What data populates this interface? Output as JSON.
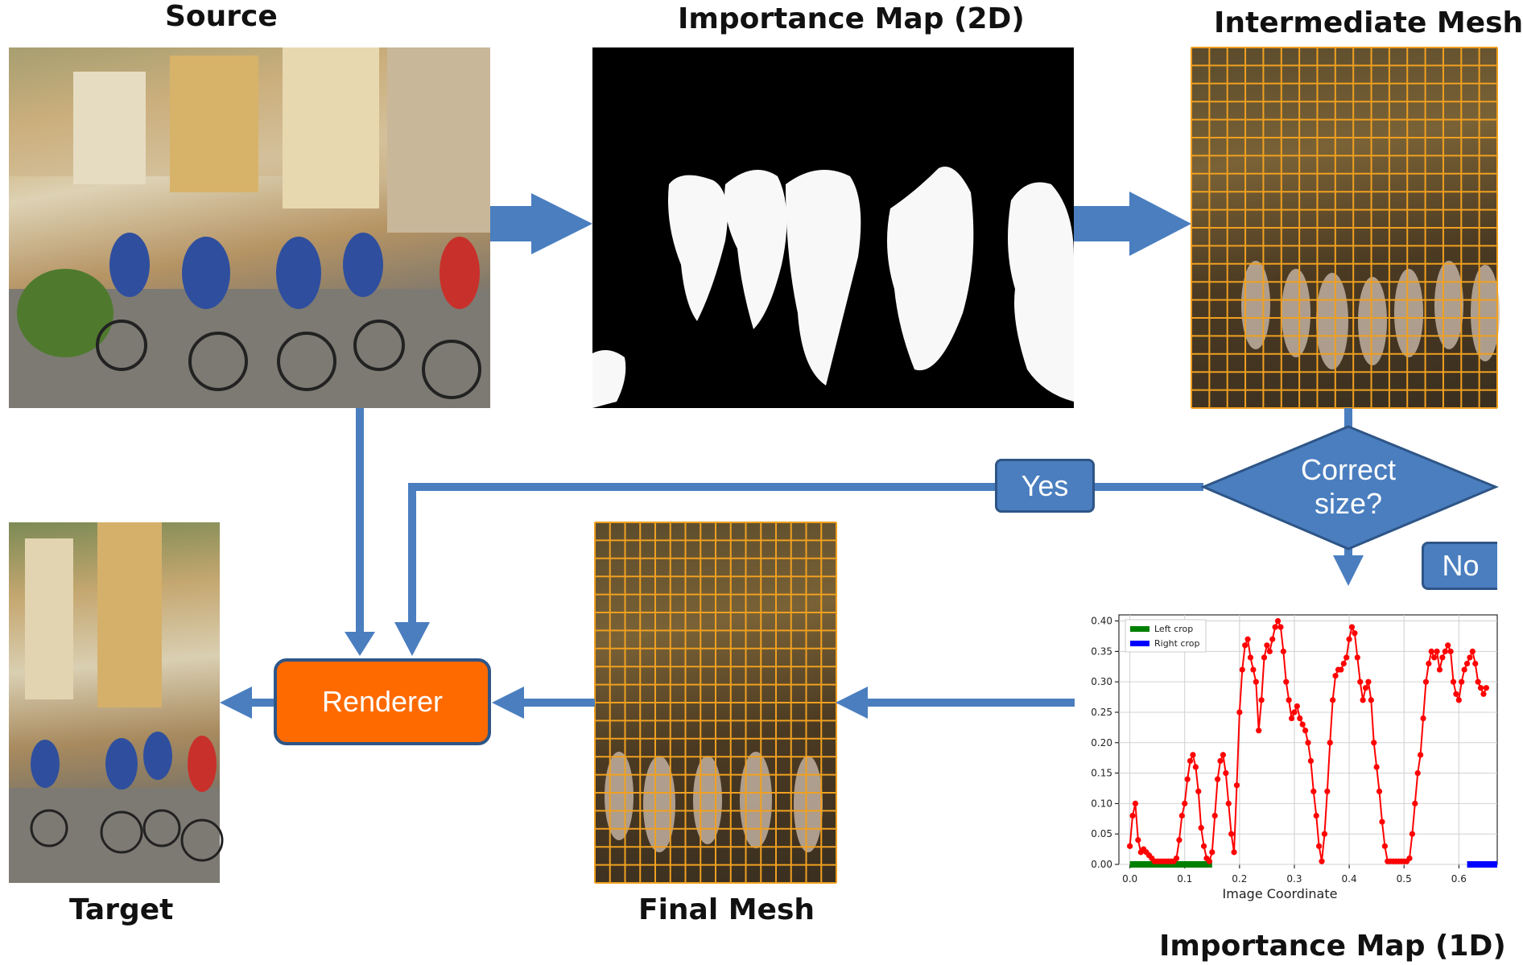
{
  "titles": {
    "source": "Source",
    "importance_2d": "Importance Map (2D)",
    "intermediate_mesh": "Intermediate Mesh",
    "target": "Target",
    "final_mesh": "Final Mesh",
    "importance_1d": "Importance Map (1D)"
  },
  "nodes": {
    "renderer": "Renderer",
    "decision_line1": "Correct",
    "decision_line2": "size?",
    "yes": "Yes",
    "no": "No"
  },
  "colors": {
    "arrow": "#4a7ebf",
    "node_fill": "#4a7ebf",
    "node_border": "#2e5586",
    "renderer_fill": "#ff6a00",
    "renderer_border": "#2e5586",
    "mesh_grid": "#f0a020",
    "importance_white": "#f8f8f8"
  },
  "chart_data": {
    "type": "line",
    "xlabel": "Image Coordinate",
    "ylabel": "",
    "ylim": [
      0.0,
      0.41
    ],
    "xlim": [
      -0.02,
      0.67
    ],
    "grid": true,
    "legend_position": "top-left",
    "x_ticks": [
      "0.0",
      "0.1",
      "0.2",
      "0.3",
      "0.4",
      "0.5",
      "0.6"
    ],
    "y_ticks": [
      "0.00",
      "0.05",
      "0.10",
      "0.15",
      "0.20",
      "0.25",
      "0.30",
      "0.35",
      "0.40"
    ],
    "legend": [
      {
        "label": "Left crop",
        "color": "#008000"
      },
      {
        "label": "Right crop",
        "color": "#0000ff"
      }
    ],
    "crops": [
      {
        "name": "Left crop",
        "x_start": 0.0,
        "x_end": 0.15,
        "color": "#008000"
      },
      {
        "name": "Right crop",
        "x_start": 0.615,
        "x_end": 0.67,
        "color": "#0000ff"
      }
    ],
    "series": [
      {
        "color": "#ff0000",
        "x": [
          0.0,
          0.005,
          0.01,
          0.015,
          0.02,
          0.025,
          0.03,
          0.035,
          0.04,
          0.045,
          0.05,
          0.055,
          0.06,
          0.065,
          0.07,
          0.075,
          0.08,
          0.085,
          0.09,
          0.095,
          0.1,
          0.105,
          0.11,
          0.115,
          0.12,
          0.125,
          0.13,
          0.135,
          0.14,
          0.145,
          0.15,
          0.155,
          0.16,
          0.165,
          0.17,
          0.175,
          0.18,
          0.185,
          0.19,
          0.195,
          0.2,
          0.205,
          0.21,
          0.215,
          0.22,
          0.225,
          0.23,
          0.235,
          0.24,
          0.245,
          0.25,
          0.255,
          0.26,
          0.265,
          0.27,
          0.275,
          0.28,
          0.285,
          0.29,
          0.295,
          0.3,
          0.305,
          0.31,
          0.315,
          0.32,
          0.325,
          0.33,
          0.335,
          0.34,
          0.345,
          0.35,
          0.355,
          0.36,
          0.365,
          0.37,
          0.375,
          0.38,
          0.385,
          0.39,
          0.395,
          0.4,
          0.405,
          0.41,
          0.415,
          0.42,
          0.425,
          0.43,
          0.435,
          0.44,
          0.445,
          0.45,
          0.455,
          0.46,
          0.465,
          0.47,
          0.475,
          0.48,
          0.485,
          0.49,
          0.495,
          0.5,
          0.505,
          0.51,
          0.515,
          0.52,
          0.525,
          0.53,
          0.535,
          0.54,
          0.545,
          0.55,
          0.555,
          0.56,
          0.565,
          0.57,
          0.575,
          0.58,
          0.585,
          0.59,
          0.595,
          0.6,
          0.605,
          0.61,
          0.615,
          0.62,
          0.625,
          0.63,
          0.635,
          0.64,
          0.645,
          0.65
        ],
        "values": [
          0.03,
          0.08,
          0.1,
          0.04,
          0.02,
          0.025,
          0.02,
          0.015,
          0.01,
          0.005,
          0.005,
          0.005,
          0.005,
          0.005,
          0.005,
          0.005,
          0.005,
          0.01,
          0.04,
          0.08,
          0.1,
          0.14,
          0.17,
          0.18,
          0.16,
          0.12,
          0.06,
          0.03,
          0.01,
          0.005,
          0.02,
          0.08,
          0.14,
          0.17,
          0.18,
          0.15,
          0.1,
          0.05,
          0.02,
          0.13,
          0.25,
          0.32,
          0.36,
          0.37,
          0.34,
          0.32,
          0.3,
          0.22,
          0.27,
          0.34,
          0.36,
          0.35,
          0.37,
          0.39,
          0.4,
          0.39,
          0.35,
          0.3,
          0.27,
          0.24,
          0.25,
          0.26,
          0.24,
          0.23,
          0.22,
          0.2,
          0.17,
          0.12,
          0.08,
          0.03,
          0.005,
          0.05,
          0.12,
          0.2,
          0.27,
          0.31,
          0.32,
          0.32,
          0.33,
          0.34,
          0.37,
          0.39,
          0.38,
          0.34,
          0.3,
          0.27,
          0.29,
          0.3,
          0.27,
          0.2,
          0.16,
          0.12,
          0.07,
          0.03,
          0.005,
          0.005,
          0.005,
          0.005,
          0.005,
          0.005,
          0.005,
          0.005,
          0.01,
          0.05,
          0.1,
          0.15,
          0.18,
          0.24,
          0.3,
          0.33,
          0.35,
          0.34,
          0.35,
          0.32,
          0.34,
          0.35,
          0.36,
          0.35,
          0.3,
          0.28,
          0.27,
          0.3,
          0.32,
          0.33,
          0.34,
          0.35,
          0.33,
          0.3,
          0.29,
          0.28,
          0.29
        ]
      }
    ]
  }
}
